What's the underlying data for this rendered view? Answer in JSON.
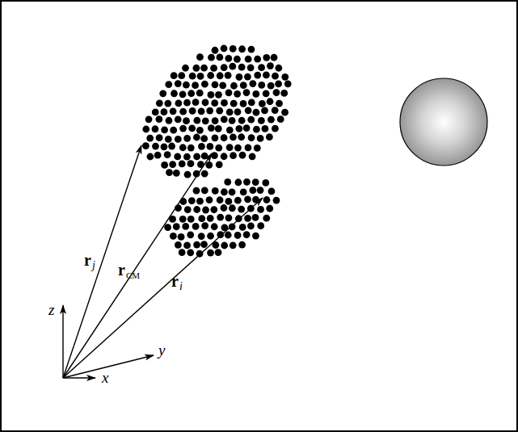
{
  "diagram": {
    "labels": [
      "r",
      "j",
      "r",
      "CM",
      "r",
      "i",
      "z",
      "y",
      "x"
    ]
  }
}
